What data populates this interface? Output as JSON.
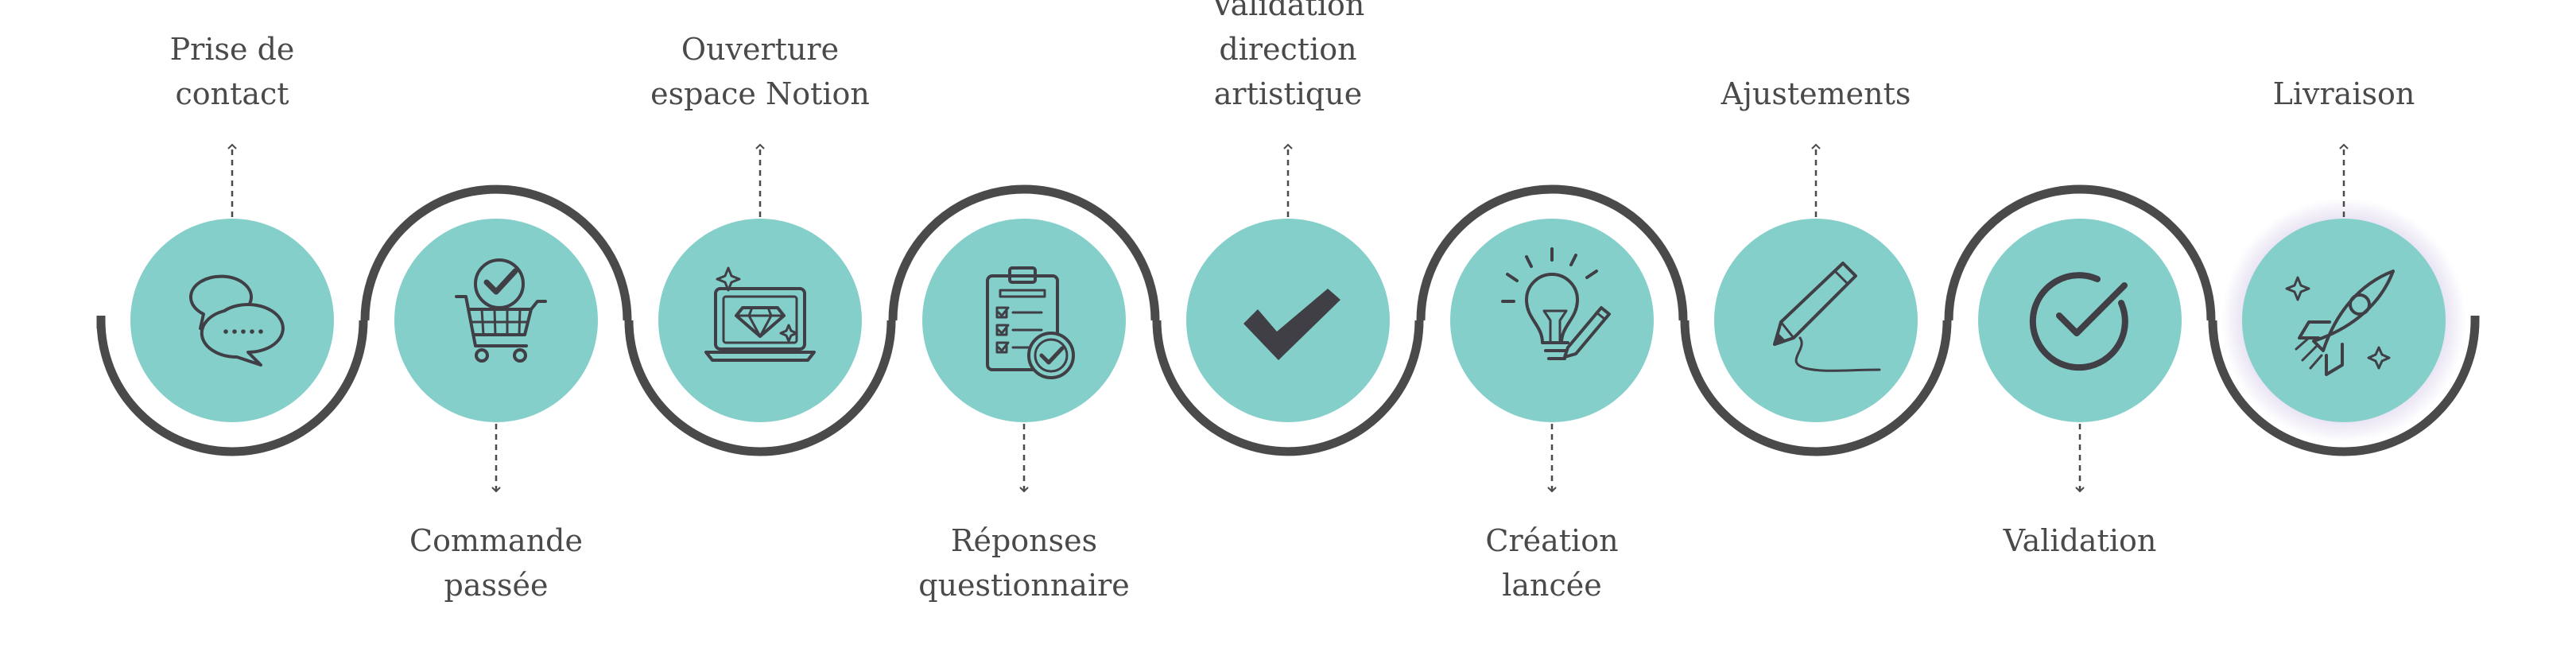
{
  "colors": {
    "circle_fill": "#85cfcb",
    "track_stroke": "#4a4a4a",
    "icon_stroke": "#3f3f45",
    "text": "#4a4a4a",
    "glow": "#b9a9d9"
  },
  "steps": [
    {
      "lines": [
        "Prise de",
        "contact"
      ],
      "icon": "chat-bubbles-icon"
    },
    {
      "lines": [
        "Commande",
        "passée"
      ],
      "icon": "shopping-cart-check-icon"
    },
    {
      "lines": [
        "Ouverture",
        "espace Notion"
      ],
      "icon": "laptop-diamond-icon"
    },
    {
      "lines": [
        "Réponses",
        "questionnaire"
      ],
      "icon": "clipboard-checklist-icon"
    },
    {
      "lines": [
        "Validation",
        "direction",
        "artistique"
      ],
      "icon": "checkmark-icon"
    },
    {
      "lines": [
        "Création",
        "lancée"
      ],
      "icon": "lightbulb-pencil-icon"
    },
    {
      "lines": [
        "Ajustements"
      ],
      "icon": "pencil-signature-icon"
    },
    {
      "lines": [
        "Validation"
      ],
      "icon": "circle-check-icon"
    },
    {
      "lines": [
        "Livraison"
      ],
      "icon": "rocket-icon"
    }
  ]
}
